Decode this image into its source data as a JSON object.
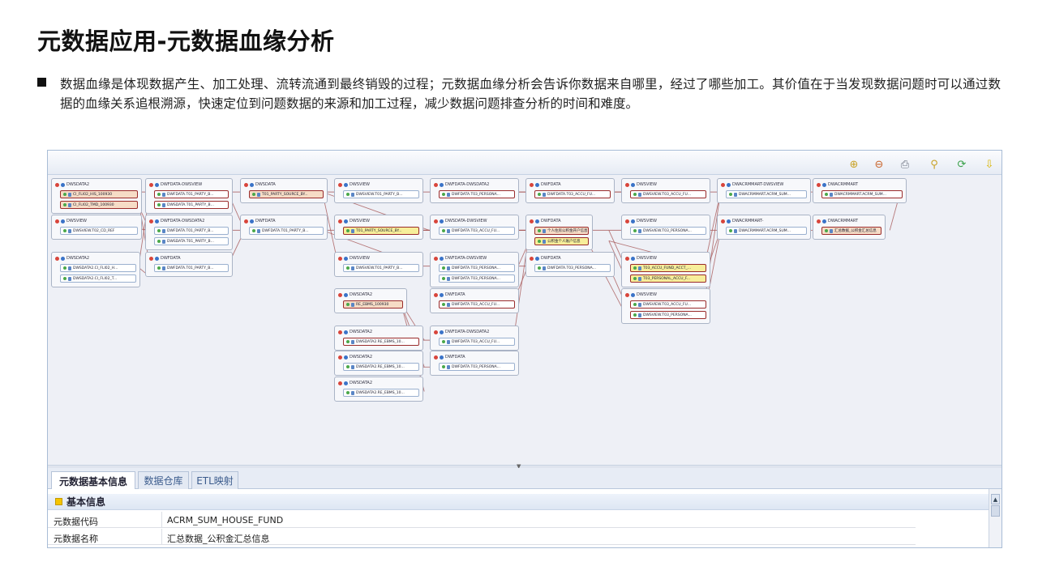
{
  "slide": {
    "title": "元数据应用-元数据血缘分析",
    "bullet": "数据血缘是体现数据产生、加工处理、流转流通到最终销毁的过程；元数据血缘分析会告诉你数据来自哪里，经过了哪些加工。其价值在于当发现数据问题时可以通过数据的血缘关系追根溯源，快速定位到问题数据的来源和加工过程，减少数据问题排查分析的时间和难度。"
  },
  "toolbar": {
    "icons": [
      "zoom-in-icon",
      "zoom-out-icon",
      "print-icon",
      "search-icon",
      "refresh-icon",
      "export-icon"
    ],
    "glyphs": [
      "⊕",
      "⊖",
      "⎙",
      "⚲",
      "⟳",
      "⇩"
    ],
    "colors": [
      "#c9a227",
      "#c9632a",
      "#6b7280",
      "#c9a227",
      "#3aa14a",
      "#d9b400"
    ]
  },
  "lineage": {
    "nodes": [
      {
        "title": "DWSDATA2",
        "rows": [
          {
            "text": "CI_FLI02_HIS_100930",
            "style": "tan"
          },
          {
            "text": "CI_FLI02_TMD_100930",
            "style": "tan"
          }
        ]
      },
      {
        "title": "DWSVIEW",
        "rows": [
          {
            "text": "DWSVIEW.T02_CD_REF",
            "style": ""
          }
        ]
      },
      {
        "title": "DWSDATA2",
        "rows": [
          {
            "text": "DWSDATA2.CI_FLI02_H...",
            "style": ""
          },
          {
            "text": "DWSDATA2.CI_FLI02_T...",
            "style": ""
          }
        ]
      },
      {
        "title": "DWFDATA-DWSVIEW",
        "rows": [
          {
            "text": "DWFDATA.T01_PARTY_B...",
            "style": ""
          },
          {
            "text": "DWSDATA.T01_PARTY_B...",
            "style": ""
          }
        ]
      },
      {
        "title": "DWFDATA-DWSDATA2",
        "rows": [
          {
            "text": "DWFDATA.T01_PARTY_B...",
            "style": ""
          },
          {
            "text": "DWSDATA.T01_PARTY_B...",
            "style": ""
          }
        ]
      },
      {
        "title": "DWFDATA",
        "rows": [
          {
            "text": "DWFDATA.T01_PARTY_B...",
            "style": ""
          }
        ]
      },
      {
        "title": "DWSDATA",
        "rows": [
          {
            "text": "T01_PARTY_SOURCE_BY...",
            "style": "tan"
          }
        ]
      },
      {
        "title": "DWFDATA",
        "rows": [
          {
            "text": "DWFDATA.T01_PARTY_B...",
            "style": ""
          }
        ]
      },
      {
        "title": "DWSVIEW",
        "rows": [
          {
            "text": "DWSVIEW.T01_PARTY_B...",
            "style": ""
          }
        ]
      },
      {
        "title": "DWSVIEW",
        "rows": [
          {
            "text": "T01_PARTY_SOURCE_BY...",
            "style": "yel"
          }
        ]
      },
      {
        "title": "DWSVIEW",
        "rows": [
          {
            "text": "DWSVIEW.T01_PARTY_B...",
            "style": ""
          }
        ]
      },
      {
        "title": "DWSDATA2",
        "rows": [
          {
            "text": "RE_EBMS_100930",
            "style": "tan"
          }
        ]
      },
      {
        "title": "DWSDATA2",
        "rows": [
          {
            "text": "DWSDATA2.RE_EBMS_10...",
            "style": ""
          }
        ]
      },
      {
        "title": "DWSDATA2",
        "rows": [
          {
            "text": "DWSDATA2.RE_EBMS_10...",
            "style": ""
          }
        ]
      },
      {
        "title": "DWSDATA2",
        "rows": [
          {
            "text": "DWSDATA2.RE_EBMS_10...",
            "style": ""
          }
        ]
      },
      {
        "title": "DWFDATA-DWSDATA2",
        "rows": [
          {
            "text": "DWFDATA.T03_PERSONA...",
            "style": ""
          }
        ]
      },
      {
        "title": "DWSDATA-DWSVIEW",
        "rows": [
          {
            "text": "DWFDATA.T03_ACCU_FU...",
            "style": ""
          }
        ]
      },
      {
        "title": "DWFDATA-DWSVIEW",
        "rows": [
          {
            "text": "DWFDATA.T03_PERSONA...",
            "style": ""
          },
          {
            "text": "DWFDATA.T03_PERSONA...",
            "style": ""
          }
        ]
      },
      {
        "title": "DWFDATA",
        "rows": [
          {
            "text": "DWFDATA.T03_ACCU_FU...",
            "style": ""
          }
        ]
      },
      {
        "title": "DWFDATA-DWSDATA2",
        "rows": [
          {
            "text": "DWFDATA.T03_ACCU_FU...",
            "style": ""
          }
        ]
      },
      {
        "title": "DWFDATA",
        "rows": [
          {
            "text": "DWFDATA.T03_PERSONA...",
            "style": ""
          }
        ]
      },
      {
        "title": "DWFDATA",
        "rows": [
          {
            "text": "DWFDATA.T03_ACCU_FU...",
            "style": ""
          }
        ]
      },
      {
        "title": "DWFDATA",
        "rows": [
          {
            "text": "个人住房公积金开户信息",
            "style": "tan"
          },
          {
            "text": "公积金个人账户信息",
            "style": "yel"
          }
        ]
      },
      {
        "title": "DWFDATA",
        "rows": [
          {
            "text": "DWFDATA.T03_PERSONA...",
            "style": ""
          }
        ]
      },
      {
        "title": "DWSVIEW",
        "rows": [
          {
            "text": "DWSVIEW.T03_ACCU_FU...",
            "style": ""
          }
        ]
      },
      {
        "title": "DWSVIEW",
        "rows": [
          {
            "text": "DWSVIEW.T03_PERSONA...",
            "style": ""
          }
        ]
      },
      {
        "title": "DWSVIEW",
        "rows": [
          {
            "text": "T03_ACCU_FUND_ACCT_...",
            "style": "yel"
          },
          {
            "text": "T03_PERSONAL_ACCU_F...",
            "style": "yel"
          }
        ]
      },
      {
        "title": "DWSVIEW",
        "rows": [
          {
            "text": "DWSVIEW.T03_ACCU_FU...",
            "style": ""
          },
          {
            "text": "DWSVIEW.T03_PERSONA...",
            "style": ""
          }
        ]
      },
      {
        "title": "DWACRMMART-DWSVIEW",
        "rows": [
          {
            "text": "DWACRMMART.ACRM_SUM...",
            "style": ""
          }
        ]
      },
      {
        "title": "DWACRMMART-",
        "rows": [
          {
            "text": "DWACRMMART.ACRM_SUM...",
            "style": ""
          }
        ]
      },
      {
        "title": "DWACRMMART",
        "rows": [
          {
            "text": "DWACRMMART.ACRM_SUM...",
            "style": ""
          }
        ]
      },
      {
        "title": "DWACRMMART",
        "rows": [
          {
            "text": "汇总数据_公积金汇总信息",
            "style": "tan"
          }
        ]
      }
    ]
  },
  "tabs": [
    {
      "label": "元数据基本信息",
      "active": true
    },
    {
      "label": "数据仓库",
      "active": false
    },
    {
      "label": "ETL映射",
      "active": false
    }
  ],
  "info": {
    "section_title": "基本信息",
    "rows": [
      {
        "label": "元数据代码",
        "value": "ACRM_SUM_HOUSE_FUND"
      },
      {
        "label": "元数据名称",
        "value": "汇总数据_公积金汇总信息"
      }
    ]
  }
}
